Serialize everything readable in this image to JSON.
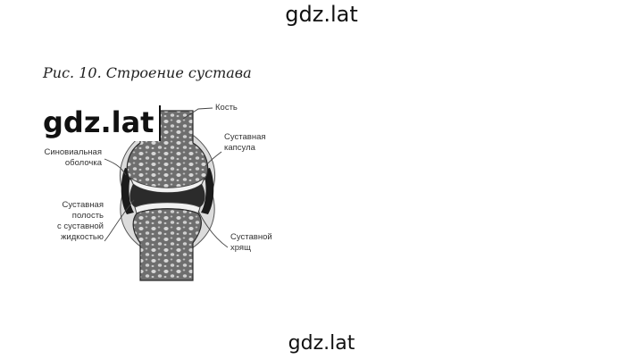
{
  "watermarks": {
    "top": "gdz.lat",
    "overlay": "gdz.lat",
    "bottom": "gdz.lat"
  },
  "figure": {
    "caption": "Рис. 10. Строение сустава",
    "labels": {
      "bone": "Кость",
      "capsule_line1": "Суставная",
      "capsule_line2": "капсула",
      "synovial_line1": "Синовиальная",
      "synovial_line2": "оболочка",
      "cavity_line1": "Суставная",
      "cavity_line2": "полость",
      "cavity_line3": "с суставной",
      "cavity_line4": "жидкостью",
      "cartilage_line1": "Суставной",
      "cartilage_line2": "хрящ"
    }
  }
}
